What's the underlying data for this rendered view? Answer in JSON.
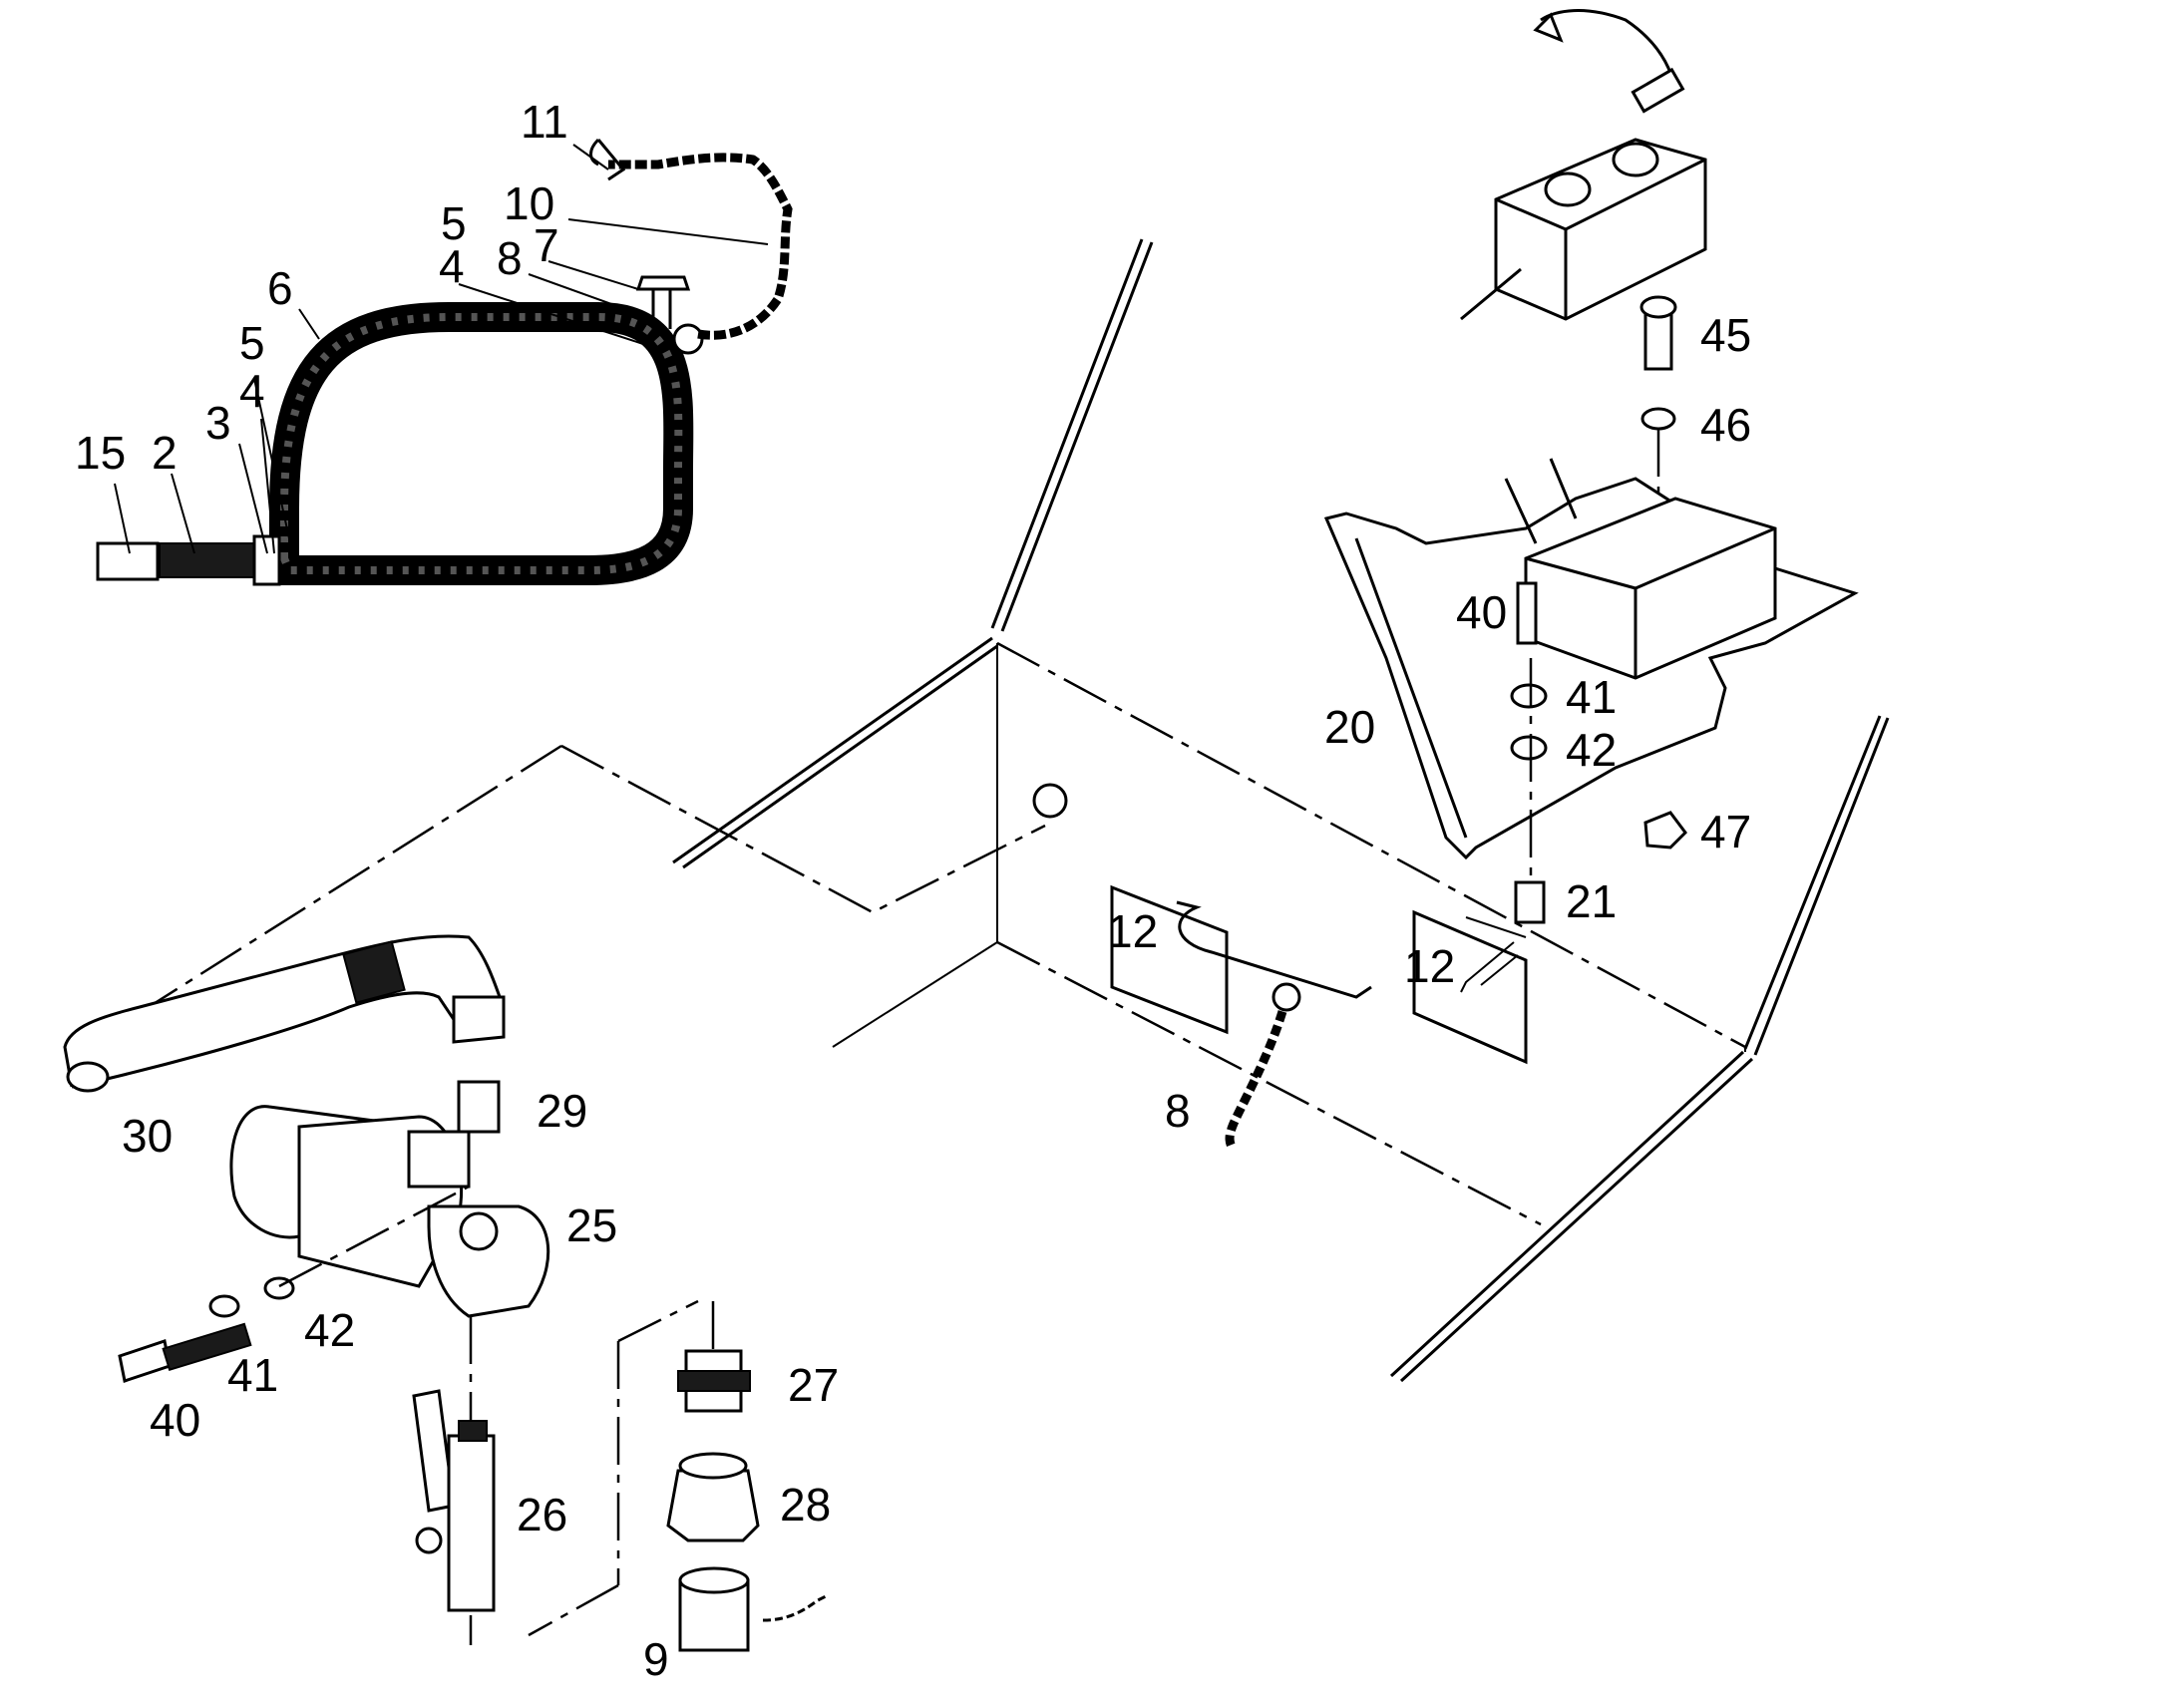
{
  "callouts": {
    "c11": "11",
    "c10": "10",
    "c5a": "5",
    "c7": "7",
    "c8a": "8",
    "c4a": "4",
    "c6": "6",
    "c5b": "5",
    "c4b": "4",
    "c15": "15",
    "c2": "2",
    "c3": "3",
    "c45": "45",
    "c46": "46",
    "c40a": "40",
    "c41a": "41",
    "c42a": "42",
    "c20": "20",
    "c47": "47",
    "c21": "21",
    "c12a": "12",
    "c12b": "12",
    "c8b": "8",
    "c29": "29",
    "c30": "30",
    "c25": "25",
    "c42b": "42",
    "c41b": "41",
    "c40b": "40",
    "c27": "27",
    "c28": "28",
    "c26": "26",
    "c9": "9"
  },
  "colors": {
    "ink": "#000000",
    "paper": "#ffffff"
  }
}
